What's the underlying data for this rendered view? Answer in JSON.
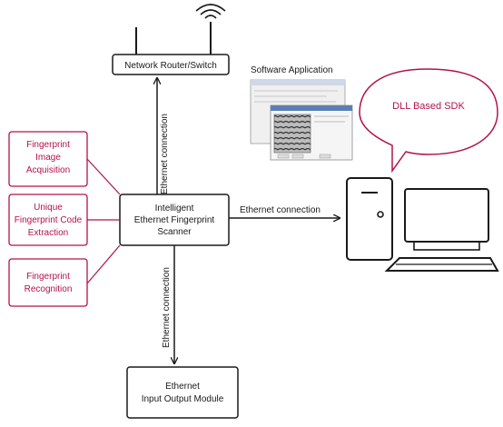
{
  "router": {
    "label": "Network Router/Switch"
  },
  "software": {
    "label": "Software Application"
  },
  "sdk_bubble": {
    "label": "DLL Based SDK"
  },
  "scanner": {
    "lines": [
      "Intelligent",
      "Ethernet Fingerprint",
      "Scanner"
    ]
  },
  "io_module": {
    "lines": [
      "Ethernet",
      "Input Output Module"
    ]
  },
  "functions": [
    {
      "lines": [
        "Fingerprint",
        "Image",
        "Acquisition"
      ]
    },
    {
      "lines": [
        "Unique",
        "Fingerprint Code",
        "Extraction"
      ]
    },
    {
      "lines": [
        "Fingerprint",
        "Recognition"
      ]
    }
  ],
  "connections": {
    "to_router": "Ethernet connection",
    "to_pc": "Ethernet connection",
    "to_io": "Ethernet connection"
  },
  "colors": {
    "accent": "#b3124a",
    "line": "#1a1a1a"
  }
}
